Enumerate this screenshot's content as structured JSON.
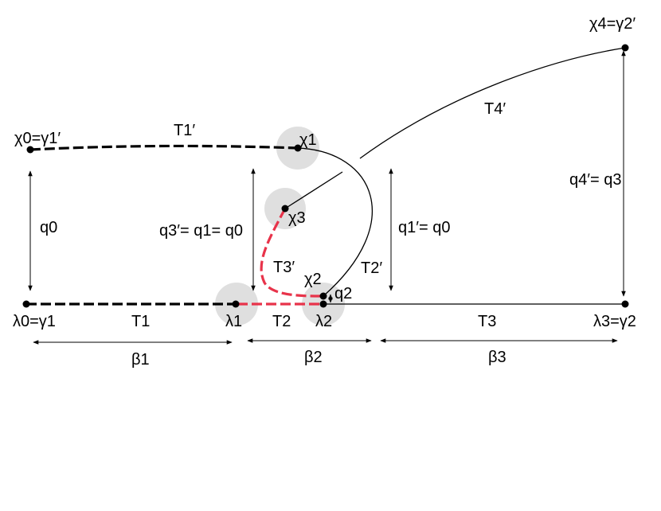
{
  "labels": {
    "chi0_gamma1p": "χ0=γ1′",
    "chi1": "χ1",
    "chi2": "χ2",
    "chi3": "χ3",
    "chi4_gamma2p": "χ4=γ2′",
    "lambda0_gamma1": "λ0=γ1",
    "lambda1": "λ1",
    "lambda2": "λ2",
    "lambda3_gamma2": "λ3=γ2",
    "T1p": "T1′",
    "T1": "T1",
    "T2": "T2",
    "T2p": "T2′",
    "T3": "T3",
    "T3p": "T3′",
    "T4p": "T4′",
    "q0": "q0",
    "q2": "q2",
    "q3p_eq": "q3′= q1= q0",
    "q1p_eq": "q1′= q0",
    "q4p_eq": "q4′= q3",
    "beta1": "β1",
    "beta2": "β2",
    "beta3": "β3"
  },
  "colors": {
    "highlight_circle": "#d9d9d9",
    "red_dash": "#e8334a",
    "black": "#000000"
  }
}
